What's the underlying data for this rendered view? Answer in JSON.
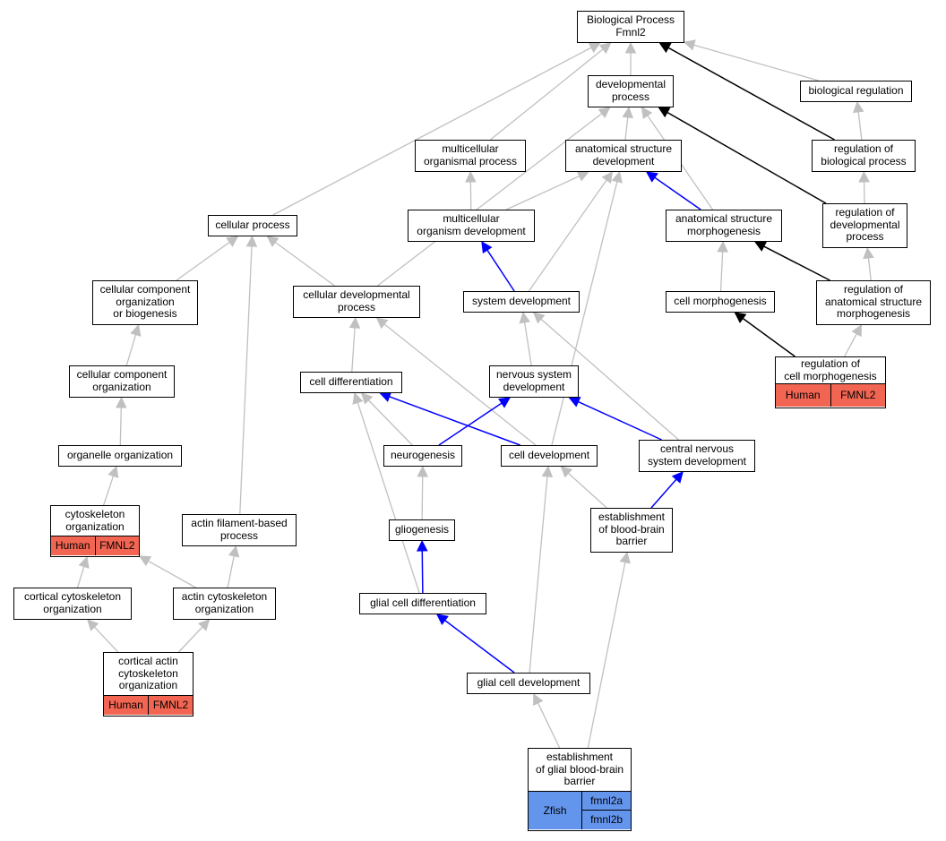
{
  "colors": {
    "gray": "#c0c0c0",
    "blue": "#0000ff",
    "black": "#000000",
    "human": "#f26552",
    "zfish": "#6495ed",
    "border": "#000000"
  },
  "nodes": {
    "bp": {
      "label": "Biological Process\nFmnl2"
    },
    "devproc": {
      "label": "developmental\nprocess"
    },
    "bioreg": {
      "label": "biological regulation"
    },
    "mcp": {
      "label": "multicellular\norganismal process"
    },
    "asd": {
      "label": "anatomical structure\ndevelopment"
    },
    "rbp": {
      "label": "regulation of\nbiological process"
    },
    "cellproc": {
      "label": "cellular process"
    },
    "mod": {
      "label": "multicellular\norganism development"
    },
    "asm": {
      "label": "anatomical structure\nmorphogenesis"
    },
    "rdp": {
      "label": "regulation of\ndevelopmental\nprocess"
    },
    "ccob": {
      "label": "cellular component\norganization\nor biogenesis"
    },
    "cdp": {
      "label": "cellular developmental\nprocess"
    },
    "sysdev": {
      "label": "system development"
    },
    "cellmorph": {
      "label": "cell morphogenesis"
    },
    "rasm": {
      "label": "regulation of\nanatomical structure\nmorphogenesis"
    },
    "cco": {
      "label": "cellular component\norganization"
    },
    "celldiff": {
      "label": "cell differentiation"
    },
    "nsd": {
      "label": "nervous system\ndevelopment"
    },
    "rcm": {
      "label": "regulation of\ncell morphogenesis",
      "rows": [
        [
          "Human",
          "FMNL2"
        ]
      ]
    },
    "orgorg": {
      "label": "organelle organization"
    },
    "neuro": {
      "label": "neurogenesis"
    },
    "celldev": {
      "label": "cell development"
    },
    "cnsd": {
      "label": "central nervous\nsystem development"
    },
    "cytoorg": {
      "label": "cytoskeleton\norganization",
      "rows": [
        [
          "Human",
          "FMNL2"
        ]
      ]
    },
    "afbp": {
      "label": "actin filament-based\nprocess"
    },
    "glio": {
      "label": "gliogenesis"
    },
    "ebbb": {
      "label": "establishment\nof blood-brain\nbarrier"
    },
    "ccytoorg": {
      "label": "cortical cytoskeleton\norganization"
    },
    "acytoorg": {
      "label": "actin cytoskeleton\norganization"
    },
    "gcd": {
      "label": "glial cell differentiation"
    },
    "gcdev": {
      "label": "glial cell development"
    },
    "cacyto": {
      "label": "cortical actin\ncytoskeleton\norganization",
      "rows": [
        [
          "Human",
          "FMNL2"
        ]
      ]
    },
    "egbbb": {
      "label": "establishment\nof glial blood-brain\nbarrier",
      "species": "Zfish",
      "genes": [
        "fmnl2a",
        "fmnl2b"
      ]
    }
  },
  "edges": [
    [
      "devproc",
      "bp",
      "gray"
    ],
    [
      "bioreg",
      "bp",
      "gray"
    ],
    [
      "rbp",
      "bp",
      "black"
    ],
    [
      "mcp",
      "bp",
      "gray"
    ],
    [
      "cellproc",
      "bp",
      "gray"
    ],
    [
      "asd",
      "devproc",
      "gray"
    ],
    [
      "asm",
      "devproc",
      "gray"
    ],
    [
      "rdp",
      "devproc",
      "black"
    ],
    [
      "cdp",
      "devproc",
      "gray"
    ],
    [
      "rbp",
      "bioreg",
      "gray"
    ],
    [
      "rdp",
      "rbp",
      "gray"
    ],
    [
      "mod",
      "mcp",
      "gray"
    ],
    [
      "mod",
      "asd",
      "gray"
    ],
    [
      "asm",
      "asd",
      "blue"
    ],
    [
      "sysdev",
      "asd",
      "gray"
    ],
    [
      "celldev",
      "asd",
      "gray"
    ],
    [
      "sysdev",
      "mod",
      "blue"
    ],
    [
      "cellmorph",
      "asm",
      "gray"
    ],
    [
      "rasm",
      "asm",
      "black"
    ],
    [
      "rasm",
      "rdp",
      "gray"
    ],
    [
      "rcm",
      "cellmorph",
      "black"
    ],
    [
      "rcm",
      "rasm",
      "gray"
    ],
    [
      "ccob",
      "cellproc",
      "gray"
    ],
    [
      "cdp",
      "cellproc",
      "gray"
    ],
    [
      "afbp",
      "cellproc",
      "gray"
    ],
    [
      "cco",
      "ccob",
      "gray"
    ],
    [
      "orgorg",
      "cco",
      "gray"
    ],
    [
      "cytoorg",
      "orgorg",
      "gray"
    ],
    [
      "celldiff",
      "cdp",
      "gray"
    ],
    [
      "celldev",
      "cdp",
      "gray"
    ],
    [
      "nsd",
      "sysdev",
      "gray"
    ],
    [
      "cnsd",
      "sysdev",
      "gray"
    ],
    [
      "neuro",
      "celldiff",
      "gray"
    ],
    [
      "celldev",
      "celldiff",
      "blue"
    ],
    [
      "gcd",
      "celldiff",
      "gray"
    ],
    [
      "neuro",
      "nsd",
      "blue"
    ],
    [
      "cnsd",
      "nsd",
      "blue"
    ],
    [
      "glio",
      "neuro",
      "gray"
    ],
    [
      "ebbb",
      "celldev",
      "gray"
    ],
    [
      "gcdev",
      "celldev",
      "gray"
    ],
    [
      "ebbb",
      "cnsd",
      "blue"
    ],
    [
      "gcd",
      "glio",
      "blue"
    ],
    [
      "gcdev",
      "gcd",
      "blue"
    ],
    [
      "ccytoorg",
      "cytoorg",
      "gray"
    ],
    [
      "acytoorg",
      "cytoorg",
      "gray"
    ],
    [
      "acytoorg",
      "afbp",
      "gray"
    ],
    [
      "cacyto",
      "ccytoorg",
      "gray"
    ],
    [
      "cacyto",
      "acytoorg",
      "gray"
    ],
    [
      "egbbb",
      "gcdev",
      "gray"
    ],
    [
      "egbbb",
      "ebbb",
      "gray"
    ]
  ]
}
